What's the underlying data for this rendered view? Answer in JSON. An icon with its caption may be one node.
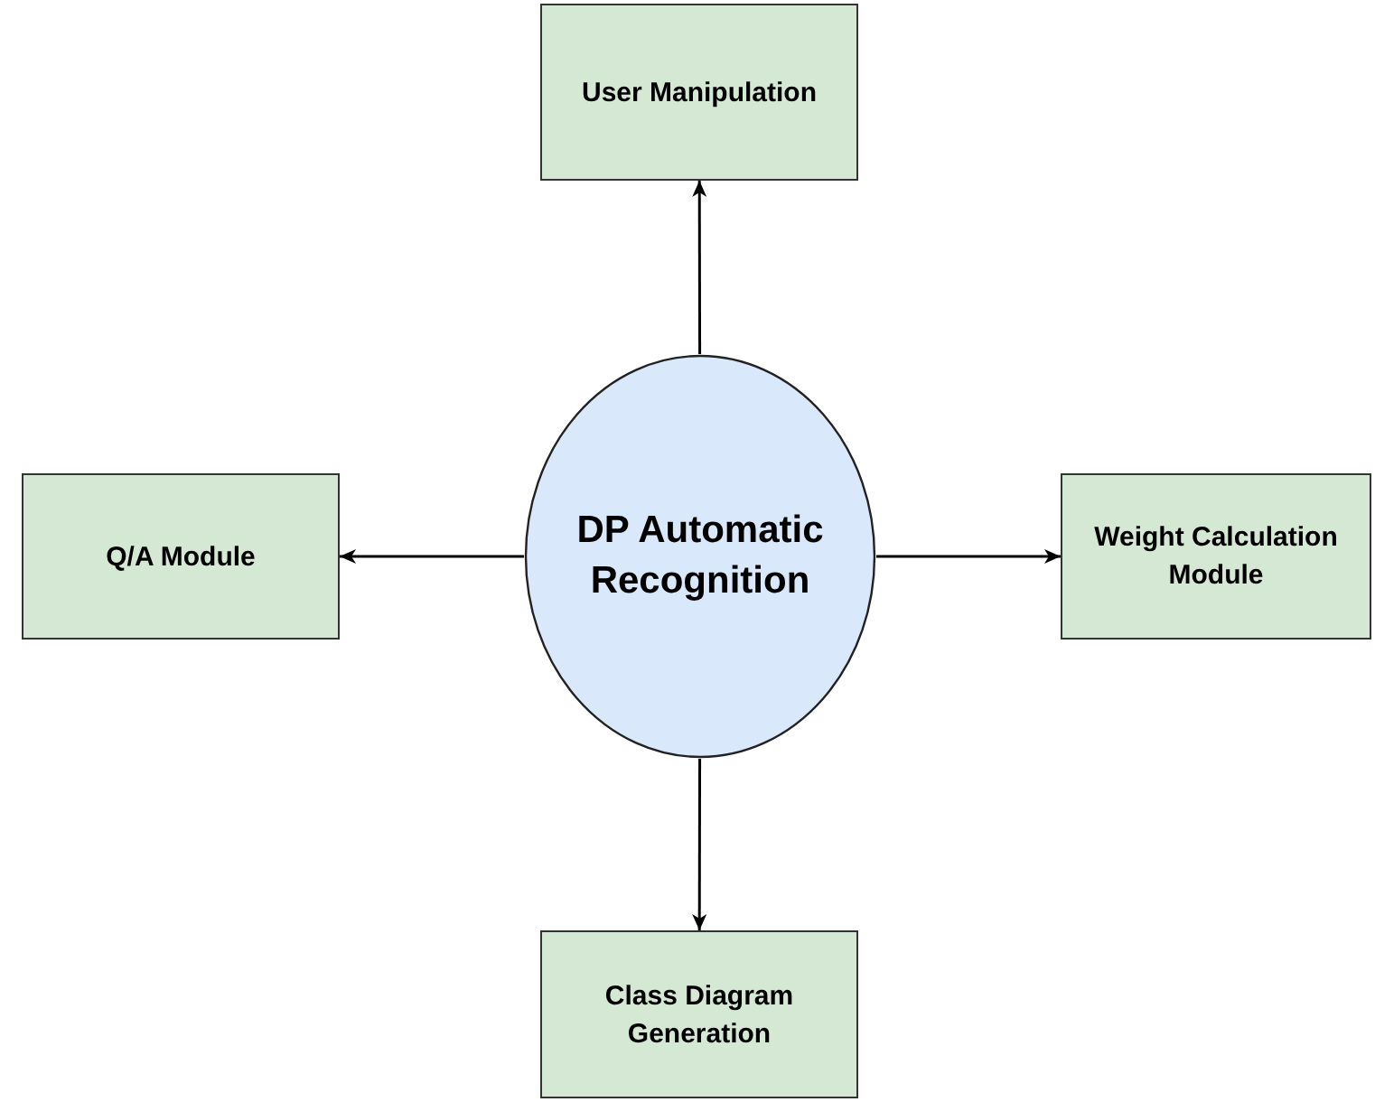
{
  "diagram": {
    "nodes": [
      {
        "text": [
          "User Manipulation"
        ]
      },
      {
        "text": [
          "Q/A Module"
        ]
      },
      {
        "text": [
          "DP Automatic Recognition"
        ]
      },
      {
        "text": [
          "Weight Calculation Module"
        ]
      },
      {
        "text": [
          "Class Diagram Generation"
        ]
      }
    ],
    "edges": [
      {
        "from": 2,
        "to": 0,
        "arrow": "to"
      },
      {
        "from": 2,
        "to": 1,
        "arrow": "to"
      },
      {
        "from": 2,
        "to": 3,
        "arrow": "to"
      },
      {
        "from": 2,
        "to": 4,
        "arrow": "to"
      }
    ]
  }
}
